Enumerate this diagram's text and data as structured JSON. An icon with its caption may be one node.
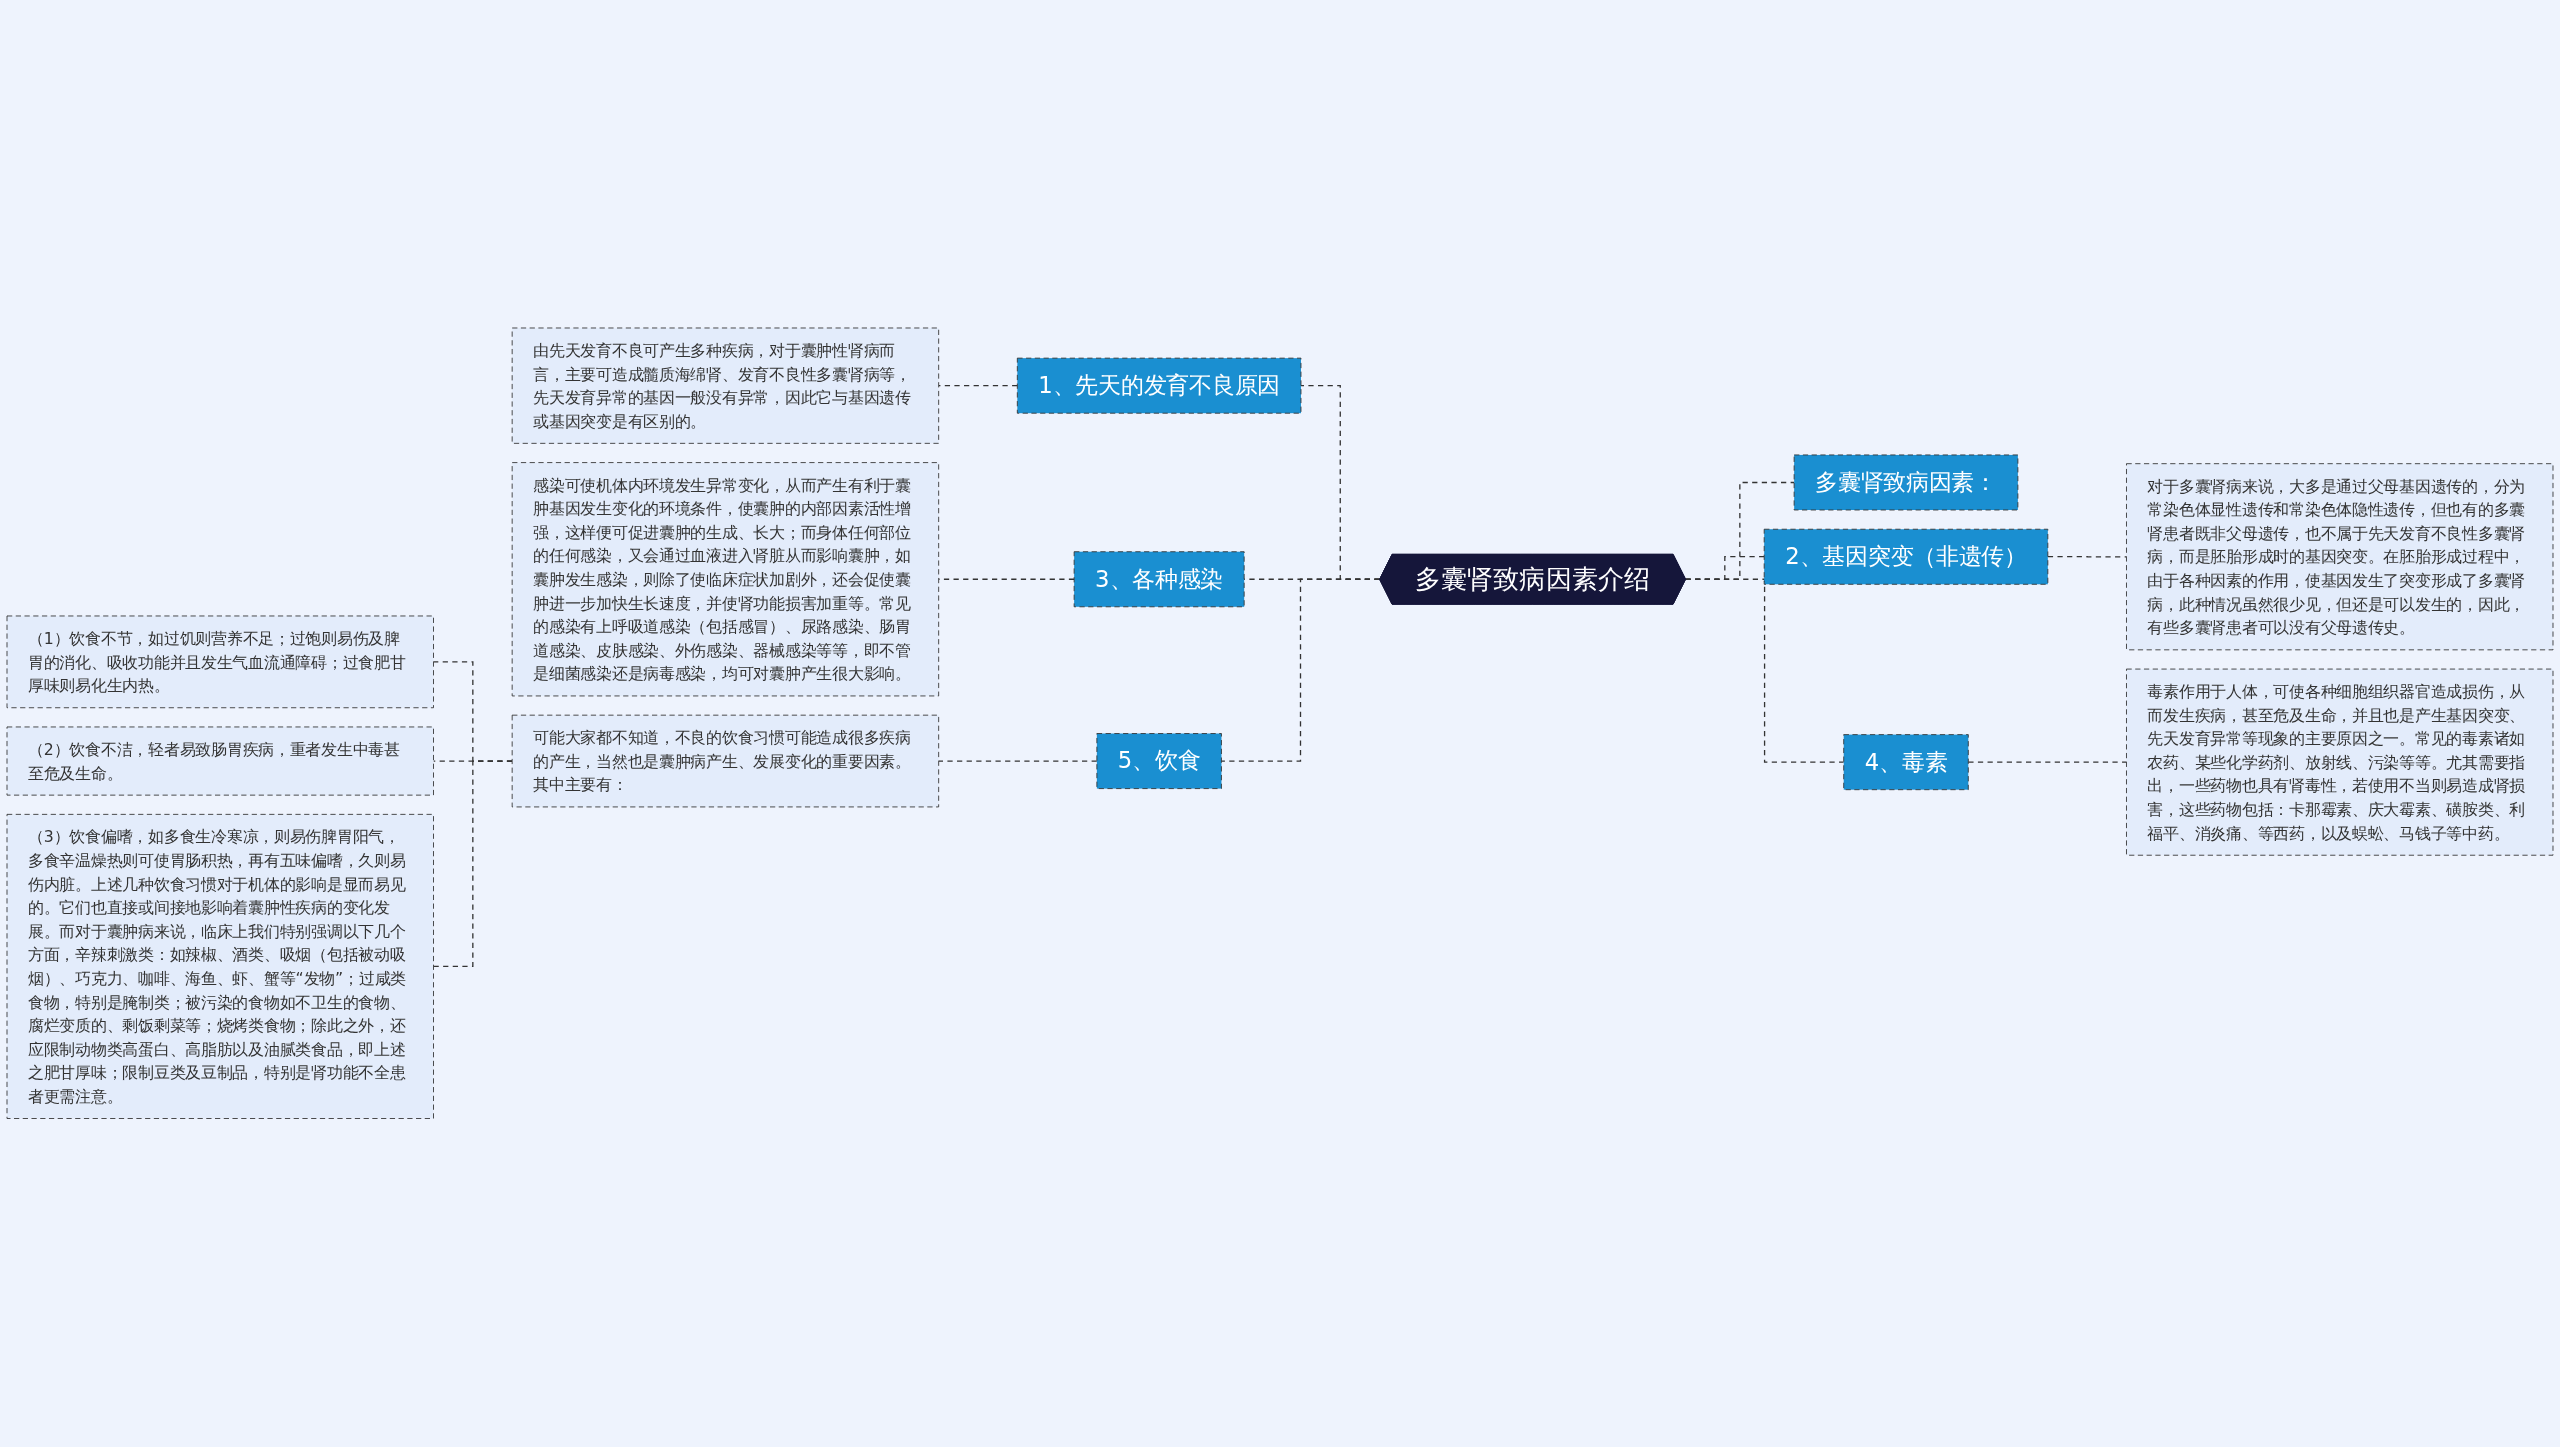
{
  "diagram": {
    "nodes": [
      {
        "text": [
          "多囊肾致病因素介绍"
        ]
      },
      {
        "text": [
          "1、先天的发育不良原因"
        ]
      },
      {
        "text": [
          "由先天发育不良可产生多种疾病，对于囊肿性肾病而言，主要可造成髓质海绵肾、发育不良性多囊肾病等，先天发育异常的基因一般没有异常，因此它与基因遗传或基因突变是有区别的。"
        ]
      },
      {
        "text": [
          "3、各种感染"
        ]
      },
      {
        "text": [
          "感染可使机体内环境发生异常变化，从而产生有利于囊肿基因发生变化的环境条件，使囊肿的内部因素活性增强，这样便可促进囊肿的生成、长大；而身体任何部位的任何感染，又会通过血液进入肾脏从而影响囊肿，如囊肿发生感染，则除了使临床症状加剧外，还会促使囊肿进一步加快生长速度，并使肾功能损害加重等。常见的感染有上呼吸道感染（包括感冒）、尿路感染、肠胃道感染、皮肤感染、外伤感染、器械感染等等，即不管是细菌感染还是病毒感染，均可对囊肿产生很大影响。"
        ]
      },
      {
        "text": [
          "5、饮食"
        ]
      },
      {
        "text": [
          "可能大家都不知道，不良的饮食习惯可能造成很多疾病的产生，当然也是囊肿病产生、发展变化的重要因素。其中主要有："
        ]
      },
      {
        "text": [
          "（1）饮食不节，如过饥则营养不足；过饱则易伤及脾胃的消化、吸收功能并且发生气血流通障碍；过食肥甘厚味则易化生内热。"
        ]
      },
      {
        "text": [
          "（2）饮食不洁，轻者易致肠胃疾病，重者发生中毒甚至危及生命。"
        ]
      },
      {
        "text": [
          "（3）饮食偏嗜，如多食生冷寒凉，则易伤脾胃阳气，多食辛温燥热则可使胃肠积热，再有五味偏嗜，久则易伤内脏。上述几种饮食习惯对于机体的影响是显而易见的。它们也直接或间接地影响着囊肿性疾病的变化发展。而对于囊肿病来说，临床上我们特别强调以下几个方面，辛辣刺激类：如辣椒、酒类、吸烟（包括被动吸烟）、巧克力、咖啡、海鱼、虾、蟹等“发物”；过咸类食物，特别是腌制类；被污染的食物如不卫生的食物、腐烂变质的、剩饭剩菜等；烧烤类食物；除此之外，还应限制动物类高蛋白、高脂肪以及油腻类食品，即上述之肥甘厚味；限制豆类及豆制品，特别是肾功能不全患者更需注意。"
        ]
      },
      {
        "text": [
          "多囊肾致病因素："
        ]
      },
      {
        "text": [
          "2、基因突变（非遗传）"
        ]
      },
      {
        "text": [
          "对于多囊肾病来说，大多是通过父母基因遗传的，分为常染色体显性遗传和常染色体隐性遗传，但也有的多囊肾患者既非父母遗传，也不属于先天发育不良性多囊肾病，而是胚胎形成时的基因突变。在胚胎形成过程中，由于各种因素的作用，使基因发生了突变形成了多囊肾病，此种情况虽然很少见，但还是可以发生的，因此，有些多囊肾患者可以没有父母遗传史。"
        ]
      },
      {
        "text": [
          "4、毒素"
        ]
      },
      {
        "text": [
          "毒素作用于人体，可使各种细胞组织器官造成损伤，从而发生疾病，甚至危及生命，并且也是产生基因突变、先天发育异常等现象的主要原因之一。常见的毒素诸如农药、某些化学药剂、放射线、污染等等。尤其需要指出，一些药物也具有肾毒性，若使用不当则易造成肾损害，这些药物包括：卡那霉素、庆大霉素、磺胺类、利福平、消炎痛、等西药，以及蜈蚣、马钱子等中药。"
        ]
      }
    ],
    "edges": [
      {
        "from": 0,
        "to": 1,
        "arrow": "none",
        "style": "dashed"
      },
      {
        "from": 0,
        "to": 3,
        "arrow": "none",
        "style": "dashed"
      },
      {
        "from": 0,
        "to": 5,
        "arrow": "none",
        "style": "dashed"
      },
      {
        "from": 0,
        "to": 10,
        "arrow": "none",
        "style": "dashed"
      },
      {
        "from": 0,
        "to": 11,
        "arrow": "none",
        "style": "dashed"
      },
      {
        "from": 0,
        "to": 13,
        "arrow": "none",
        "style": "dashed"
      },
      {
        "from": 1,
        "to": 2,
        "arrow": "none",
        "style": "dashed"
      },
      {
        "from": 3,
        "to": 4,
        "arrow": "none",
        "style": "dashed"
      },
      {
        "from": 5,
        "to": 6,
        "arrow": "none",
        "style": "dashed"
      },
      {
        "from": 6,
        "to": 7,
        "arrow": "none",
        "style": "dashed"
      },
      {
        "from": 6,
        "to": 8,
        "arrow": "none",
        "style": "dashed"
      },
      {
        "from": 6,
        "to": 9,
        "arrow": "none",
        "style": "dashed"
      },
      {
        "from": 11,
        "to": 12,
        "arrow": "none",
        "style": "dashed"
      },
      {
        "from": 13,
        "to": 14,
        "arrow": "none",
        "style": "dashed"
      }
    ]
  }
}
